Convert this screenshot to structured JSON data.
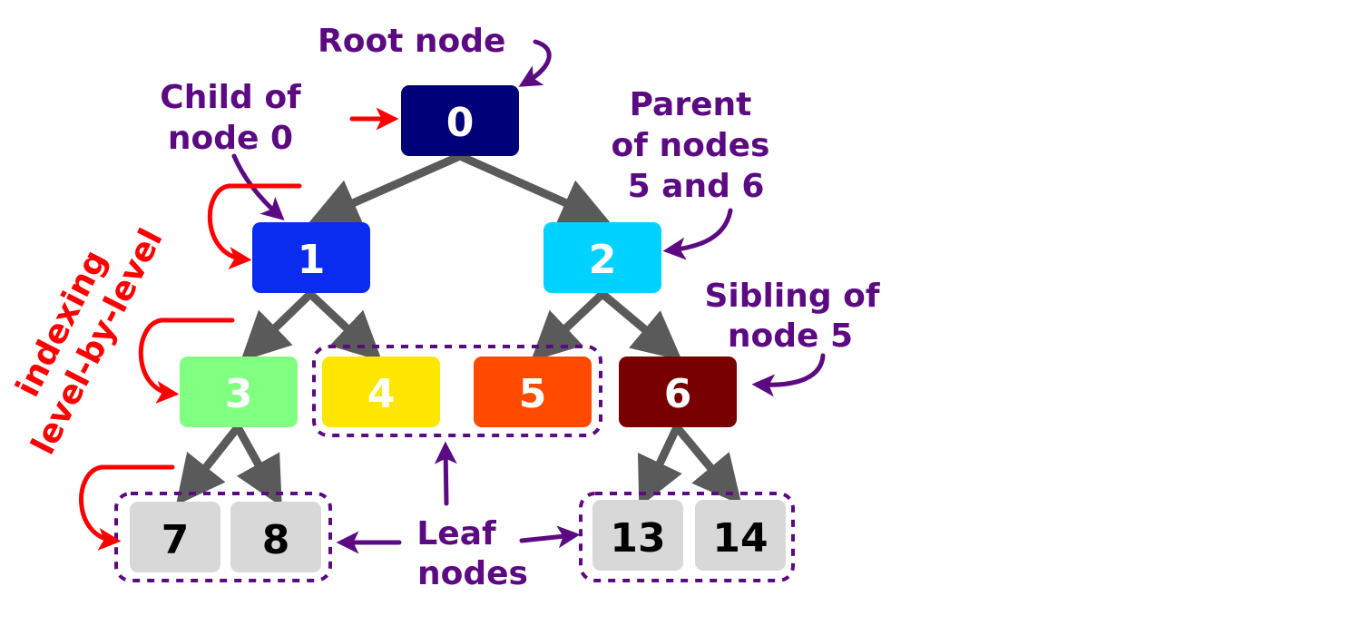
{
  "nodes": {
    "n0": {
      "label": "0",
      "color": "#000078"
    },
    "n1": {
      "label": "1",
      "color": "#0a2cf0"
    },
    "n2": {
      "label": "2",
      "color": "#00d2ff"
    },
    "n3": {
      "label": "3",
      "color": "#80ff80"
    },
    "n4": {
      "label": "4",
      "color": "#ffe600"
    },
    "n5": {
      "label": "5",
      "color": "#ff4a00"
    },
    "n6": {
      "label": "6",
      "color": "#780000"
    },
    "n7": {
      "label": "7",
      "color": "#d8d8d8"
    },
    "n8": {
      "label": "8",
      "color": "#d8d8d8"
    },
    "n13": {
      "label": "13",
      "color": "#d8d8d8"
    },
    "n14": {
      "label": "14",
      "color": "#d8d8d8"
    }
  },
  "annotations": {
    "root_node": "Root node",
    "child_of_node0": [
      "Child of",
      "node 0"
    ],
    "parent_of": [
      "Parent",
      "of nodes",
      "5 and 6"
    ],
    "sibling_of": [
      "Sibling of",
      "node 5"
    ],
    "leaf_nodes": [
      "Leaf",
      "nodes"
    ],
    "indexing": [
      "indexing",
      "level-by-level"
    ]
  },
  "colors": {
    "annotation": "#5c0a82",
    "indexing": "#ff0000",
    "edge": "#5a5a5a"
  }
}
